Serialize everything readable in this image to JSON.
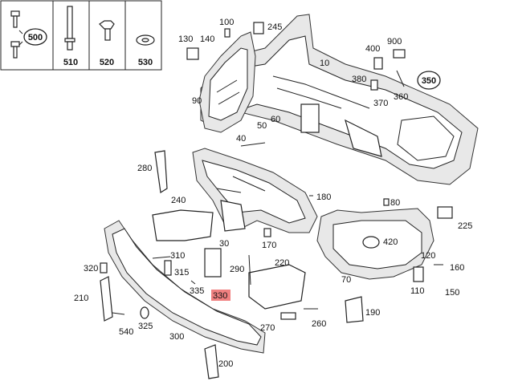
{
  "header_parts": [
    {
      "label": "500",
      "circled": true
    },
    {
      "label": "510",
      "circled": false
    },
    {
      "label": "520",
      "circled": false
    },
    {
      "label": "530",
      "circled": false
    }
  ],
  "callouts": [
    {
      "id": "c10",
      "text": "10"
    },
    {
      "id": "c30",
      "text": "30"
    },
    {
      "id": "c40",
      "text": "40"
    },
    {
      "id": "c50",
      "text": "50"
    },
    {
      "id": "c60",
      "text": "60"
    },
    {
      "id": "c70",
      "text": "70"
    },
    {
      "id": "c80",
      "text": "80"
    },
    {
      "id": "c90",
      "text": "90"
    },
    {
      "id": "c100",
      "text": "100"
    },
    {
      "id": "c110",
      "text": "110"
    },
    {
      "id": "c120",
      "text": "120"
    },
    {
      "id": "c130",
      "text": "130"
    },
    {
      "id": "c140",
      "text": "140"
    },
    {
      "id": "c150",
      "text": "150"
    },
    {
      "id": "c160",
      "text": "160"
    },
    {
      "id": "c170",
      "text": "170"
    },
    {
      "id": "c180",
      "text": "180"
    },
    {
      "id": "c190",
      "text": "190"
    },
    {
      "id": "c200",
      "text": "200"
    },
    {
      "id": "c210",
      "text": "210"
    },
    {
      "id": "c220",
      "text": "220"
    },
    {
      "id": "c225",
      "text": "225"
    },
    {
      "id": "c240",
      "text": "240"
    },
    {
      "id": "c245",
      "text": "245"
    },
    {
      "id": "c260",
      "text": "260"
    },
    {
      "id": "c270",
      "text": "270"
    },
    {
      "id": "c280",
      "text": "280"
    },
    {
      "id": "c290",
      "text": "290"
    },
    {
      "id": "c300",
      "text": "300"
    },
    {
      "id": "c310",
      "text": "310"
    },
    {
      "id": "c315",
      "text": "315"
    },
    {
      "id": "c320",
      "text": "320"
    },
    {
      "id": "c325",
      "text": "325"
    },
    {
      "id": "c330",
      "text": "330",
      "highlight": true
    },
    {
      "id": "c335",
      "text": "335"
    },
    {
      "id": "c350",
      "text": "350",
      "circled": true
    },
    {
      "id": "c360",
      "text": "360"
    },
    {
      "id": "c370",
      "text": "370"
    },
    {
      "id": "c380",
      "text": "380"
    },
    {
      "id": "c400",
      "text": "400"
    },
    {
      "id": "c420",
      "text": "420"
    },
    {
      "id": "c540",
      "text": "540"
    },
    {
      "id": "c900",
      "text": "900"
    }
  ],
  "colors": {
    "line": "#222222",
    "highlight": "#f08080",
    "background": "#ffffff"
  }
}
